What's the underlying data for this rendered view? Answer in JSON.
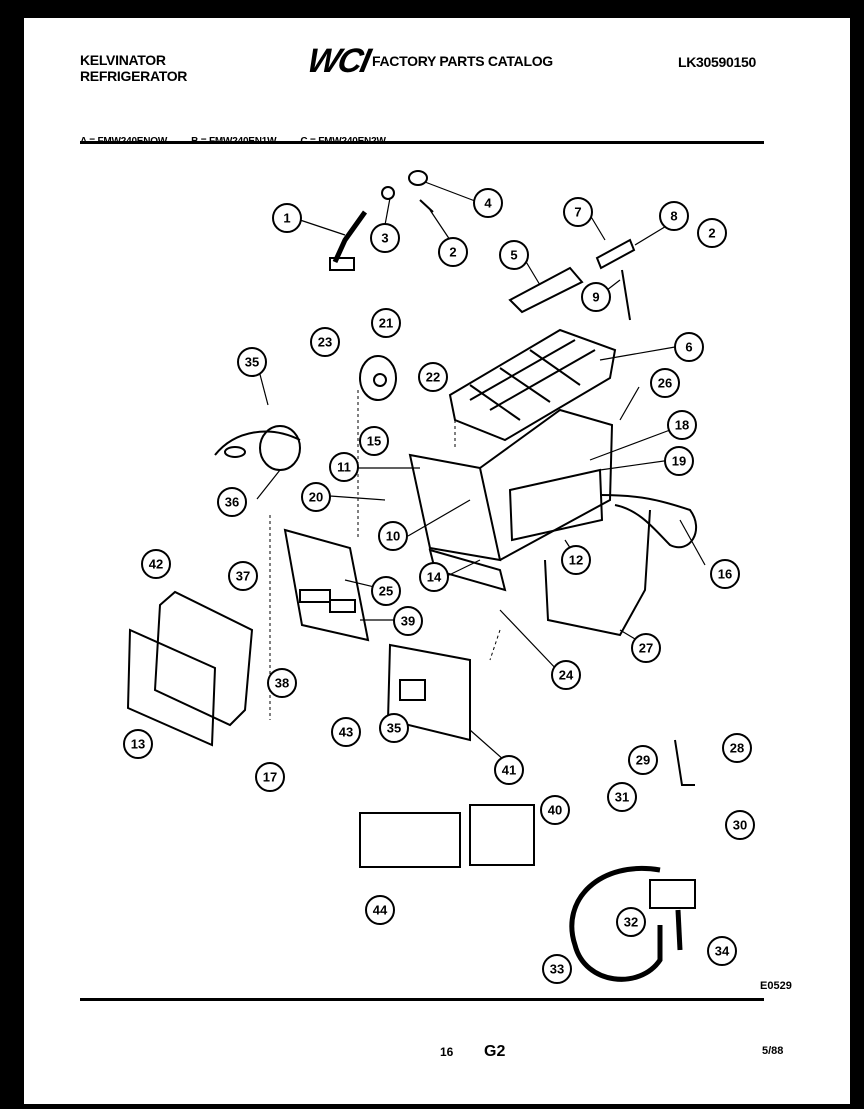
{
  "header": {
    "brand_line1": "KELVINATOR",
    "brand_line2": "REFRIGERATOR",
    "logo": "WCI",
    "catalog": "FACTORY PARTS CATALOG",
    "code": "LK30590150"
  },
  "models": [
    "A = FMW240ENOW",
    "B = FMW240EN1W",
    "C = FMW240EN2W"
  ],
  "diagram_code": "E0529",
  "footer": {
    "page_number": "16",
    "section": "G2",
    "date": "5/88"
  },
  "callouts": [
    "1",
    "2",
    "2",
    "3",
    "4",
    "5",
    "6",
    "7",
    "8",
    "9",
    "10",
    "11",
    "12",
    "13",
    "14",
    "15",
    "16",
    "17",
    "18",
    "19",
    "20",
    "21",
    "22",
    "23",
    "24",
    "25",
    "26",
    "27",
    "28",
    "29",
    "30",
    "31",
    "32",
    "33",
    "34",
    "35",
    "35",
    "36",
    "37",
    "38",
    "39",
    "40",
    "41",
    "42",
    "43",
    "44"
  ]
}
